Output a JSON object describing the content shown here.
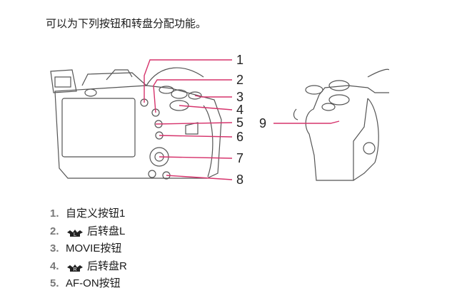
{
  "intro": "可以为下列按钮和转盘分配功能。",
  "callouts": [
    "1",
    "2",
    "3",
    "4",
    "5",
    "6",
    "7",
    "8",
    "9"
  ],
  "items": [
    {
      "num": "1.",
      "label": "自定义按钮1",
      "icon": ""
    },
    {
      "num": "2.",
      "label": "后转盘L",
      "icon": "rear-dial-l-icon"
    },
    {
      "num": "3.",
      "label": "MOVIE按钮",
      "icon": ""
    },
    {
      "num": "4.",
      "label": "后转盘R",
      "icon": "rear-dial-r-icon"
    },
    {
      "num": "5.",
      "label": "AF-ON按钮",
      "icon": ""
    }
  ],
  "colors": {
    "callout_line": "#d6336c",
    "text": "#1a1a1a",
    "number": "#777777"
  }
}
